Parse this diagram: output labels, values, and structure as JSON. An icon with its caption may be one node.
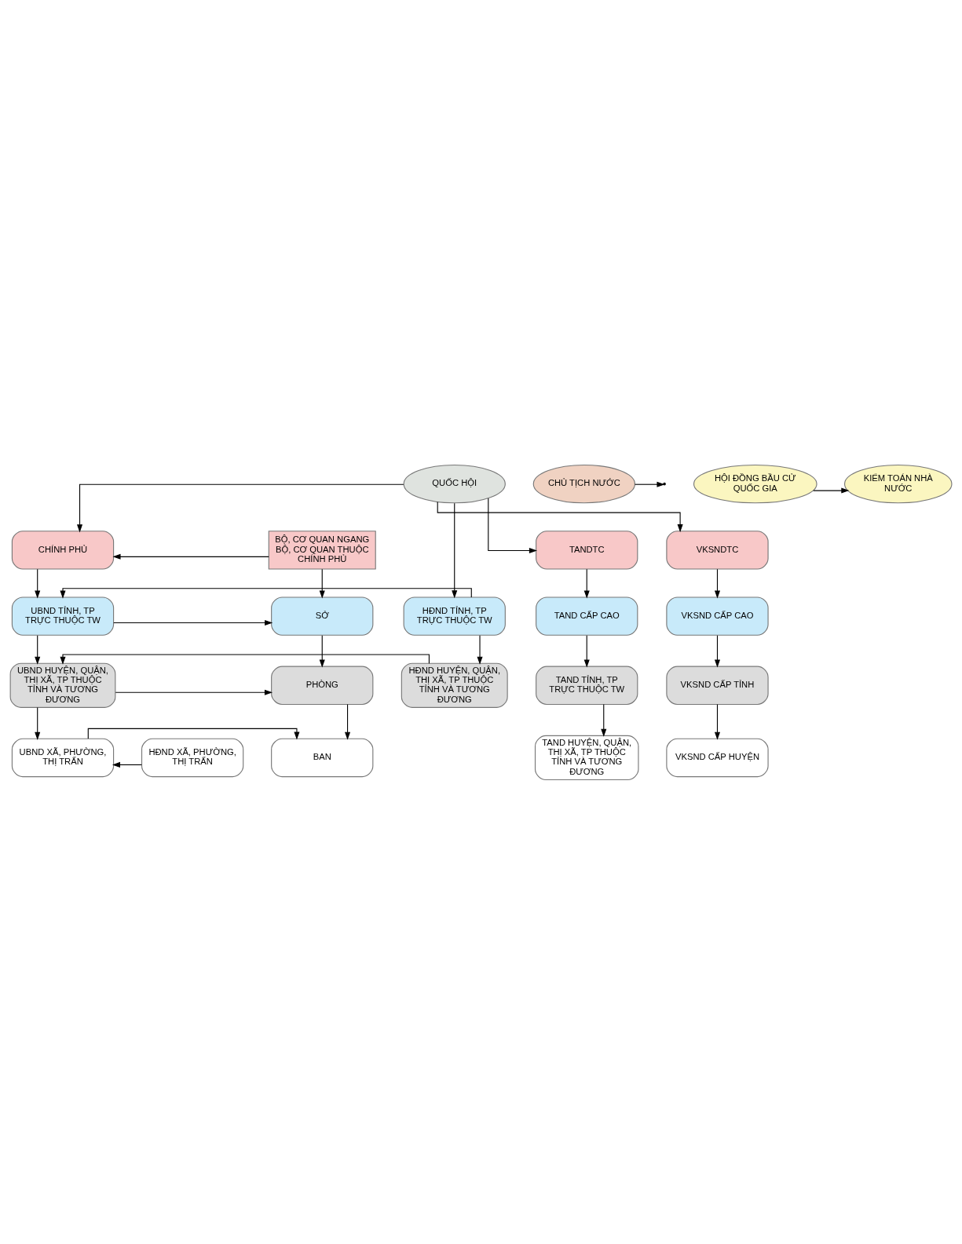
{
  "diagram": {
    "nodes": [
      {
        "text": [
          "QUỐC HỘI"
        ]
      },
      {
        "text": [
          "CHỦ TỊCH NƯỚC"
        ]
      },
      {
        "text": [
          "HỘI ĐỒNG BẦU CỬ QUỐC GIA"
        ]
      },
      {
        "text": [
          "KIỂM TOÁN NHÀ NƯỚC"
        ]
      },
      {
        "text": [
          "BỘ, CƠ QUAN NGANG BỘ, CƠ QUAN THUỘC CHÍNH PHỦ"
        ]
      },
      {
        "text": [
          "CHÍNH PHỦ"
        ]
      },
      {
        "text": [
          "TANDTC"
        ]
      },
      {
        "text": [
          "VKSNDTC"
        ]
      },
      {
        "text": [
          "SỞ"
        ]
      },
      {
        "text": [
          "UBND TỈNH, TP TRỰC THUỘC TW"
        ]
      },
      {
        "text": [
          "HĐND TỈNH, TP TRỰC THUỘC TW"
        ]
      },
      {
        "text": [
          "TAND CẤP CAO"
        ]
      },
      {
        "text": [
          "VKSND CẤP CAO"
        ]
      },
      {
        "text": [
          "PHÒNG"
        ]
      },
      {
        "text": [
          "UBND HUYỆN, QUẬN, THỊ XÃ, TP THUỘC TỈNH VÀ TƯƠNG ĐƯƠNG"
        ]
      },
      {
        "text": [
          "HĐND HUYỆN, QUẬN, THỊ XÃ, TP THUỘC TỈNH VÀ TƯƠNG ĐƯƠNG"
        ]
      },
      {
        "text": [
          "TAND TỈNH, TP TRỰC THUỘC TW"
        ]
      },
      {
        "text": [
          "VKSND CẤP TỈNH"
        ]
      },
      {
        "text": [
          "BAN"
        ]
      },
      {
        "text": [
          "UBND XÃ, PHƯỜNG, THỊ TRẤN"
        ]
      },
      {
        "text": [
          "HĐND XÃ, PHƯỜNG, THỊ TRẤN"
        ]
      },
      {
        "text": [
          "TAND HUYỆN, QUẬN, THỊ XÃ, TP THUỘC TỈNH VÀ TƯƠNG ĐƯƠNG"
        ]
      },
      {
        "text": [
          "VKSND CẤP HUYỆN"
        ]
      }
    ],
    "edges": [
      {
        "from": 1,
        "to": null,
        "arrow": "to"
      },
      {
        "from": 2,
        "to": 3,
        "arrow": "to"
      },
      {
        "from": 0,
        "to": 5,
        "arrow": "to"
      },
      {
        "from": 0,
        "to": 6,
        "arrow": "to"
      },
      {
        "from": 0,
        "to": 7,
        "arrow": "to"
      },
      {
        "from": 0,
        "to": 10,
        "arrow": "to"
      },
      {
        "from": 4,
        "to": 5,
        "arrow": "to"
      },
      {
        "from": 4,
        "to": 8,
        "arrow": "to"
      },
      {
        "from": 5,
        "to": 9,
        "arrow": "to"
      },
      {
        "from": 6,
        "to": 11,
        "arrow": "to"
      },
      {
        "from": 7,
        "to": 12,
        "arrow": "to"
      },
      {
        "from": 9,
        "to": 8,
        "arrow": "to"
      },
      {
        "from": 10,
        "to": 9,
        "arrow": "to"
      },
      {
        "from": 8,
        "to": 13,
        "arrow": "to"
      },
      {
        "from": 9,
        "to": 14,
        "arrow": "to"
      },
      {
        "from": 10,
        "to": 15,
        "arrow": "to"
      },
      {
        "from": 11,
        "to": 16,
        "arrow": "to"
      },
      {
        "from": 12,
        "to": 17,
        "arrow": "to"
      },
      {
        "from": 14,
        "to": 13,
        "arrow": "to"
      },
      {
        "from": 15,
        "to": 14,
        "arrow": "to"
      },
      {
        "from": 13,
        "to": 18,
        "arrow": "to"
      },
      {
        "from": 14,
        "to": 19,
        "arrow": "to"
      },
      {
        "from": 16,
        "to": 21,
        "arrow": "to"
      },
      {
        "from": 17,
        "to": 22,
        "arrow": "to"
      },
      {
        "from": 19,
        "to": 18,
        "arrow": "to"
      },
      {
        "from": 20,
        "to": 19,
        "arrow": "to"
      }
    ]
  }
}
